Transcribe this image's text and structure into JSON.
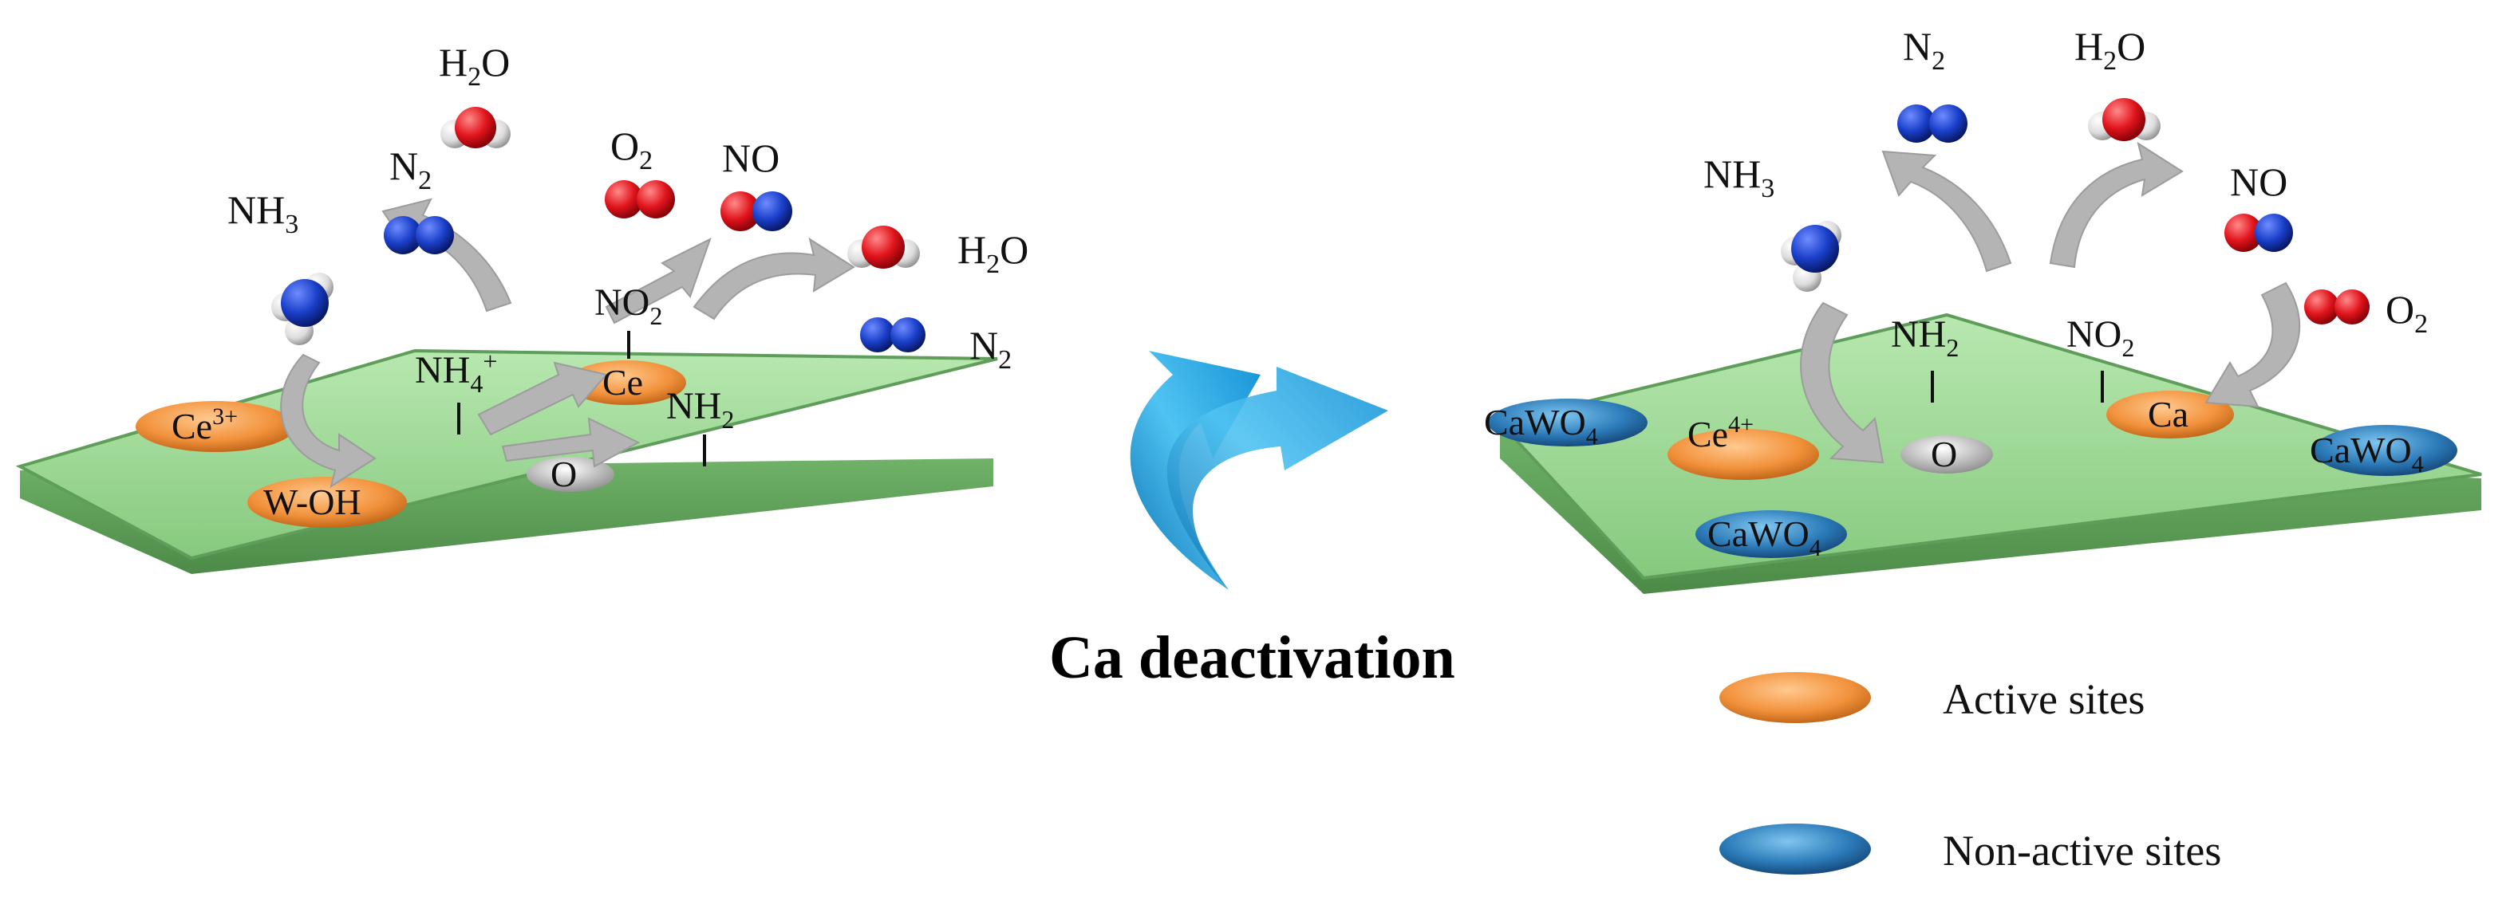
{
  "colors": {
    "slab": "#96d68e",
    "slab_edge": "#5f9e5a",
    "active_site": "#f2923c",
    "inactive_site": "#2b7ab8",
    "oxygen_atom": "#e1141c",
    "nitrogen_atom": "#1a3fc9",
    "hydrogen_atom": "#e8e8e8",
    "arrow_gray": "#b4b4b4",
    "blue_arrow": "#2aa3e0"
  },
  "left_panel": {
    "molecules": {
      "h2o_top": "H2O",
      "n2_left": "N2",
      "o2": "O2",
      "no": "NO",
      "nh3": "NH3",
      "h2o_right": "H2O",
      "n2_right": "N2"
    },
    "surface_labels": {
      "ce3": "Ce3+",
      "w_oh": "W-OH",
      "nh4": "NH4+",
      "no2": "NO2",
      "ce": "Ce",
      "nh2": "NH2",
      "o": "O"
    }
  },
  "right_panel": {
    "molecules": {
      "nh3": "NH3",
      "n2": "N2",
      "h2o": "H2O",
      "no": "NO",
      "o2": "O2"
    },
    "surface_labels": {
      "cawo4_left": "CaWO4",
      "ce4": "Ce4+",
      "cawo4_bottom": "CaWO4",
      "nh2": "NH2",
      "o": "O",
      "no2": "NO2",
      "ca": "Ca",
      "cawo4_right": "CaWO4"
    }
  },
  "center": {
    "title": "Ca deactivation",
    "arrow_icon": "curved-arrow-icon"
  },
  "legend": [
    {
      "label": "Active sites",
      "icon": "orange-disk-icon"
    },
    {
      "label": "Non-active sites",
      "icon": "blue-disk-icon"
    }
  ]
}
